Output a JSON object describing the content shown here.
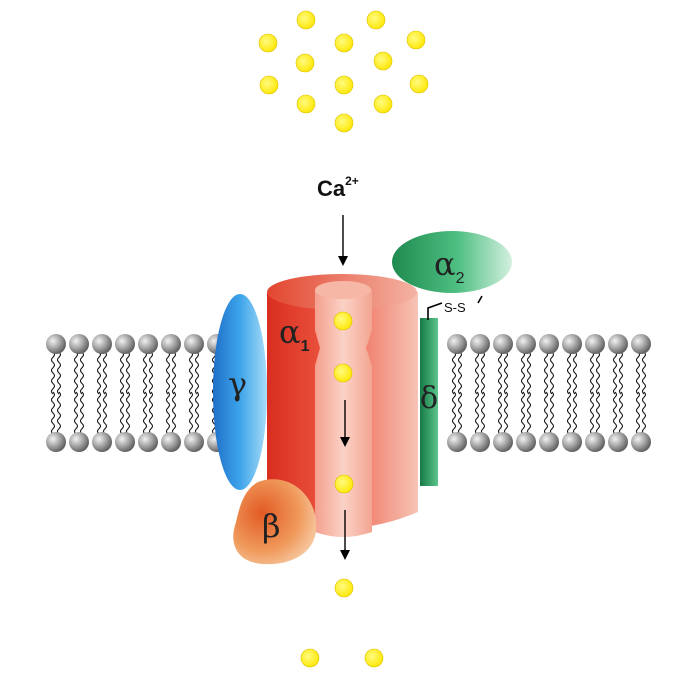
{
  "labels": {
    "ion": "Ca",
    "ion_charge": "2+",
    "alpha1": "α",
    "alpha1_sub": "1",
    "alpha2": "α",
    "alpha2_sub": "2",
    "gamma": "γ",
    "beta": "β",
    "delta": "δ",
    "disulfide": "S-S"
  },
  "colors": {
    "ion": "#ffee00",
    "alpha1": "#e8402c",
    "alpha2": "#2a9a5c",
    "gamma": "#2b86d8",
    "beta": "#e8742e",
    "delta": "#1f8c55",
    "lipid_head": "#9a9a9a"
  },
  "icons": {
    "ion": "yellow-circle",
    "lipid": "lipid-molecule",
    "arrow": "arrow-down-icon"
  }
}
